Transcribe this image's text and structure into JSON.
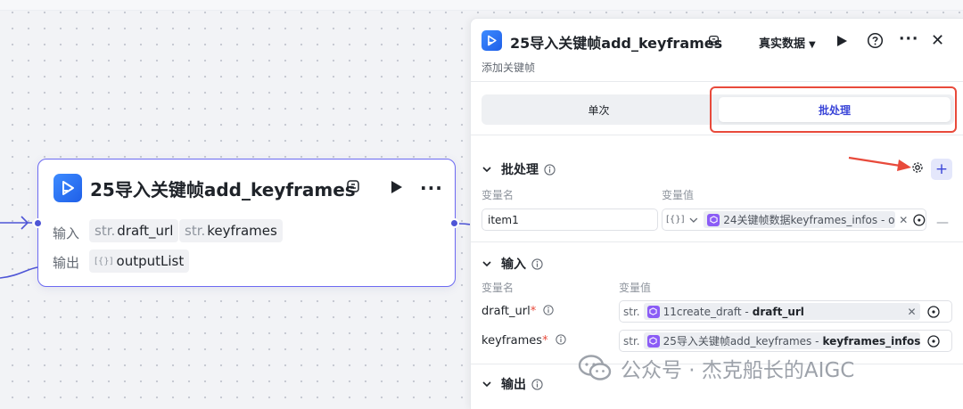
{
  "node": {
    "title": "25导入关键帧add_keyframes",
    "input_label": "输入",
    "output_label": "输出",
    "inputs": [
      {
        "type": "str.",
        "name": "draft_url"
      },
      {
        "type": "str.",
        "name": "keyframes"
      }
    ],
    "outputs": [
      {
        "type": "[{}]",
        "name": "outputList"
      }
    ]
  },
  "panel": {
    "title": "25导入关键帧add_keyframes",
    "subtitle": "添加关键帧",
    "data_source": "真实数据",
    "tabs": {
      "single": "单次",
      "batch": "批处理",
      "active": "batch"
    },
    "batch": {
      "section_title": "批处理",
      "col_name": "变量名",
      "col_value": "变量值",
      "item_name": "item1",
      "item_type": "[{}]",
      "item_ref_node": "24关键帧数据keyframes_infos",
      "item_ref_var": "- o..."
    },
    "inputs": {
      "section_title": "输入",
      "col_name": "变量名",
      "col_value": "变量值",
      "rows": [
        {
          "label": "draft_url",
          "type": "str.",
          "ref_node": "11create_draft",
          "ref_sep": "-",
          "ref_var": "draft_url"
        },
        {
          "label": "keyframes",
          "type": "str.",
          "ref_node": "25导入关键帧add_keyframes",
          "ref_sep": "-",
          "ref_var": "keyframes_infos"
        }
      ]
    },
    "outputs": {
      "section_title": "输出"
    }
  },
  "watermark": "公众号 · 杰克船长的AIGC",
  "colors": {
    "accent": "#3a45d8",
    "node_border": "#6c6af2",
    "highlight": "#e84a3b",
    "ref_icon": "#8b5cf6"
  }
}
